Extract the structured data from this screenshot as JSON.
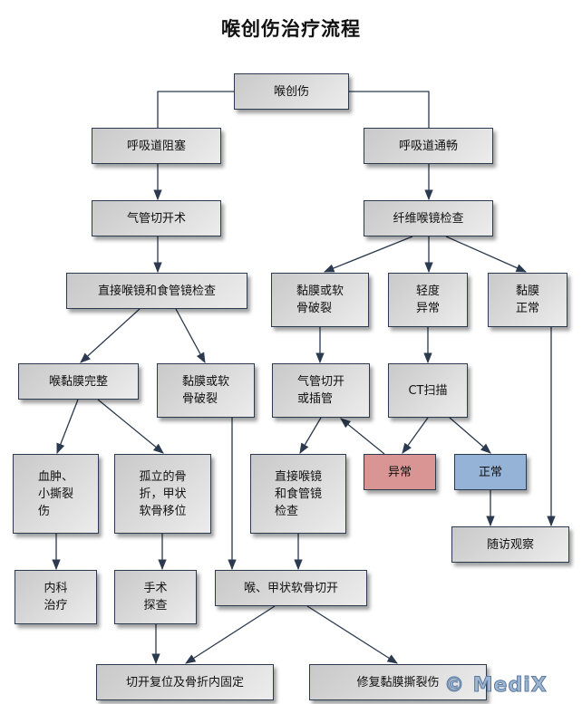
{
  "title": "喉创伤治疗流程",
  "nodes": {
    "root": "喉创伤",
    "obstructed": "呼吸道阻塞",
    "patent": "呼吸道通畅",
    "tracheotomy": "气管切开术",
    "fiber_laryngoscopy": "纤维喉镜检查",
    "direct_scope_left": "直接喉镜和食管镜检查",
    "mucosa_cartilage_right": "黏膜或软\n骨破裂",
    "mild_abnormal": "轻度\n异常",
    "mucosa_normal": "黏膜\n正常",
    "mucosa_intact": "喉黏膜完整",
    "mucosa_cartilage_left": "黏膜或软\n骨破裂",
    "trach_or_intubation": "气管切开\n或插管",
    "ct_scan": "CT扫描",
    "hematoma": "血肿、\n小撕裂\n伤",
    "isolated_fracture": "孤立的骨\n折，甲状\n软骨移位",
    "direct_scope_right": "直接喉镜\n和食管镜\n检查",
    "abnormal": "异常",
    "normal": "正常",
    "follow_up": "随访观察",
    "medical_treatment": "内科\n治疗",
    "surgical_exploration": "手术\n探查",
    "thyrotomy": "喉、甲状软骨切开",
    "orif": "切开复位及骨折内固定",
    "repair_mucosa": "修复黏膜撕裂伤"
  },
  "colors": {
    "abnormal": "#d99594",
    "normal": "#95b3d7",
    "line": "#2b3a4e"
  },
  "watermark": "© MediX"
}
